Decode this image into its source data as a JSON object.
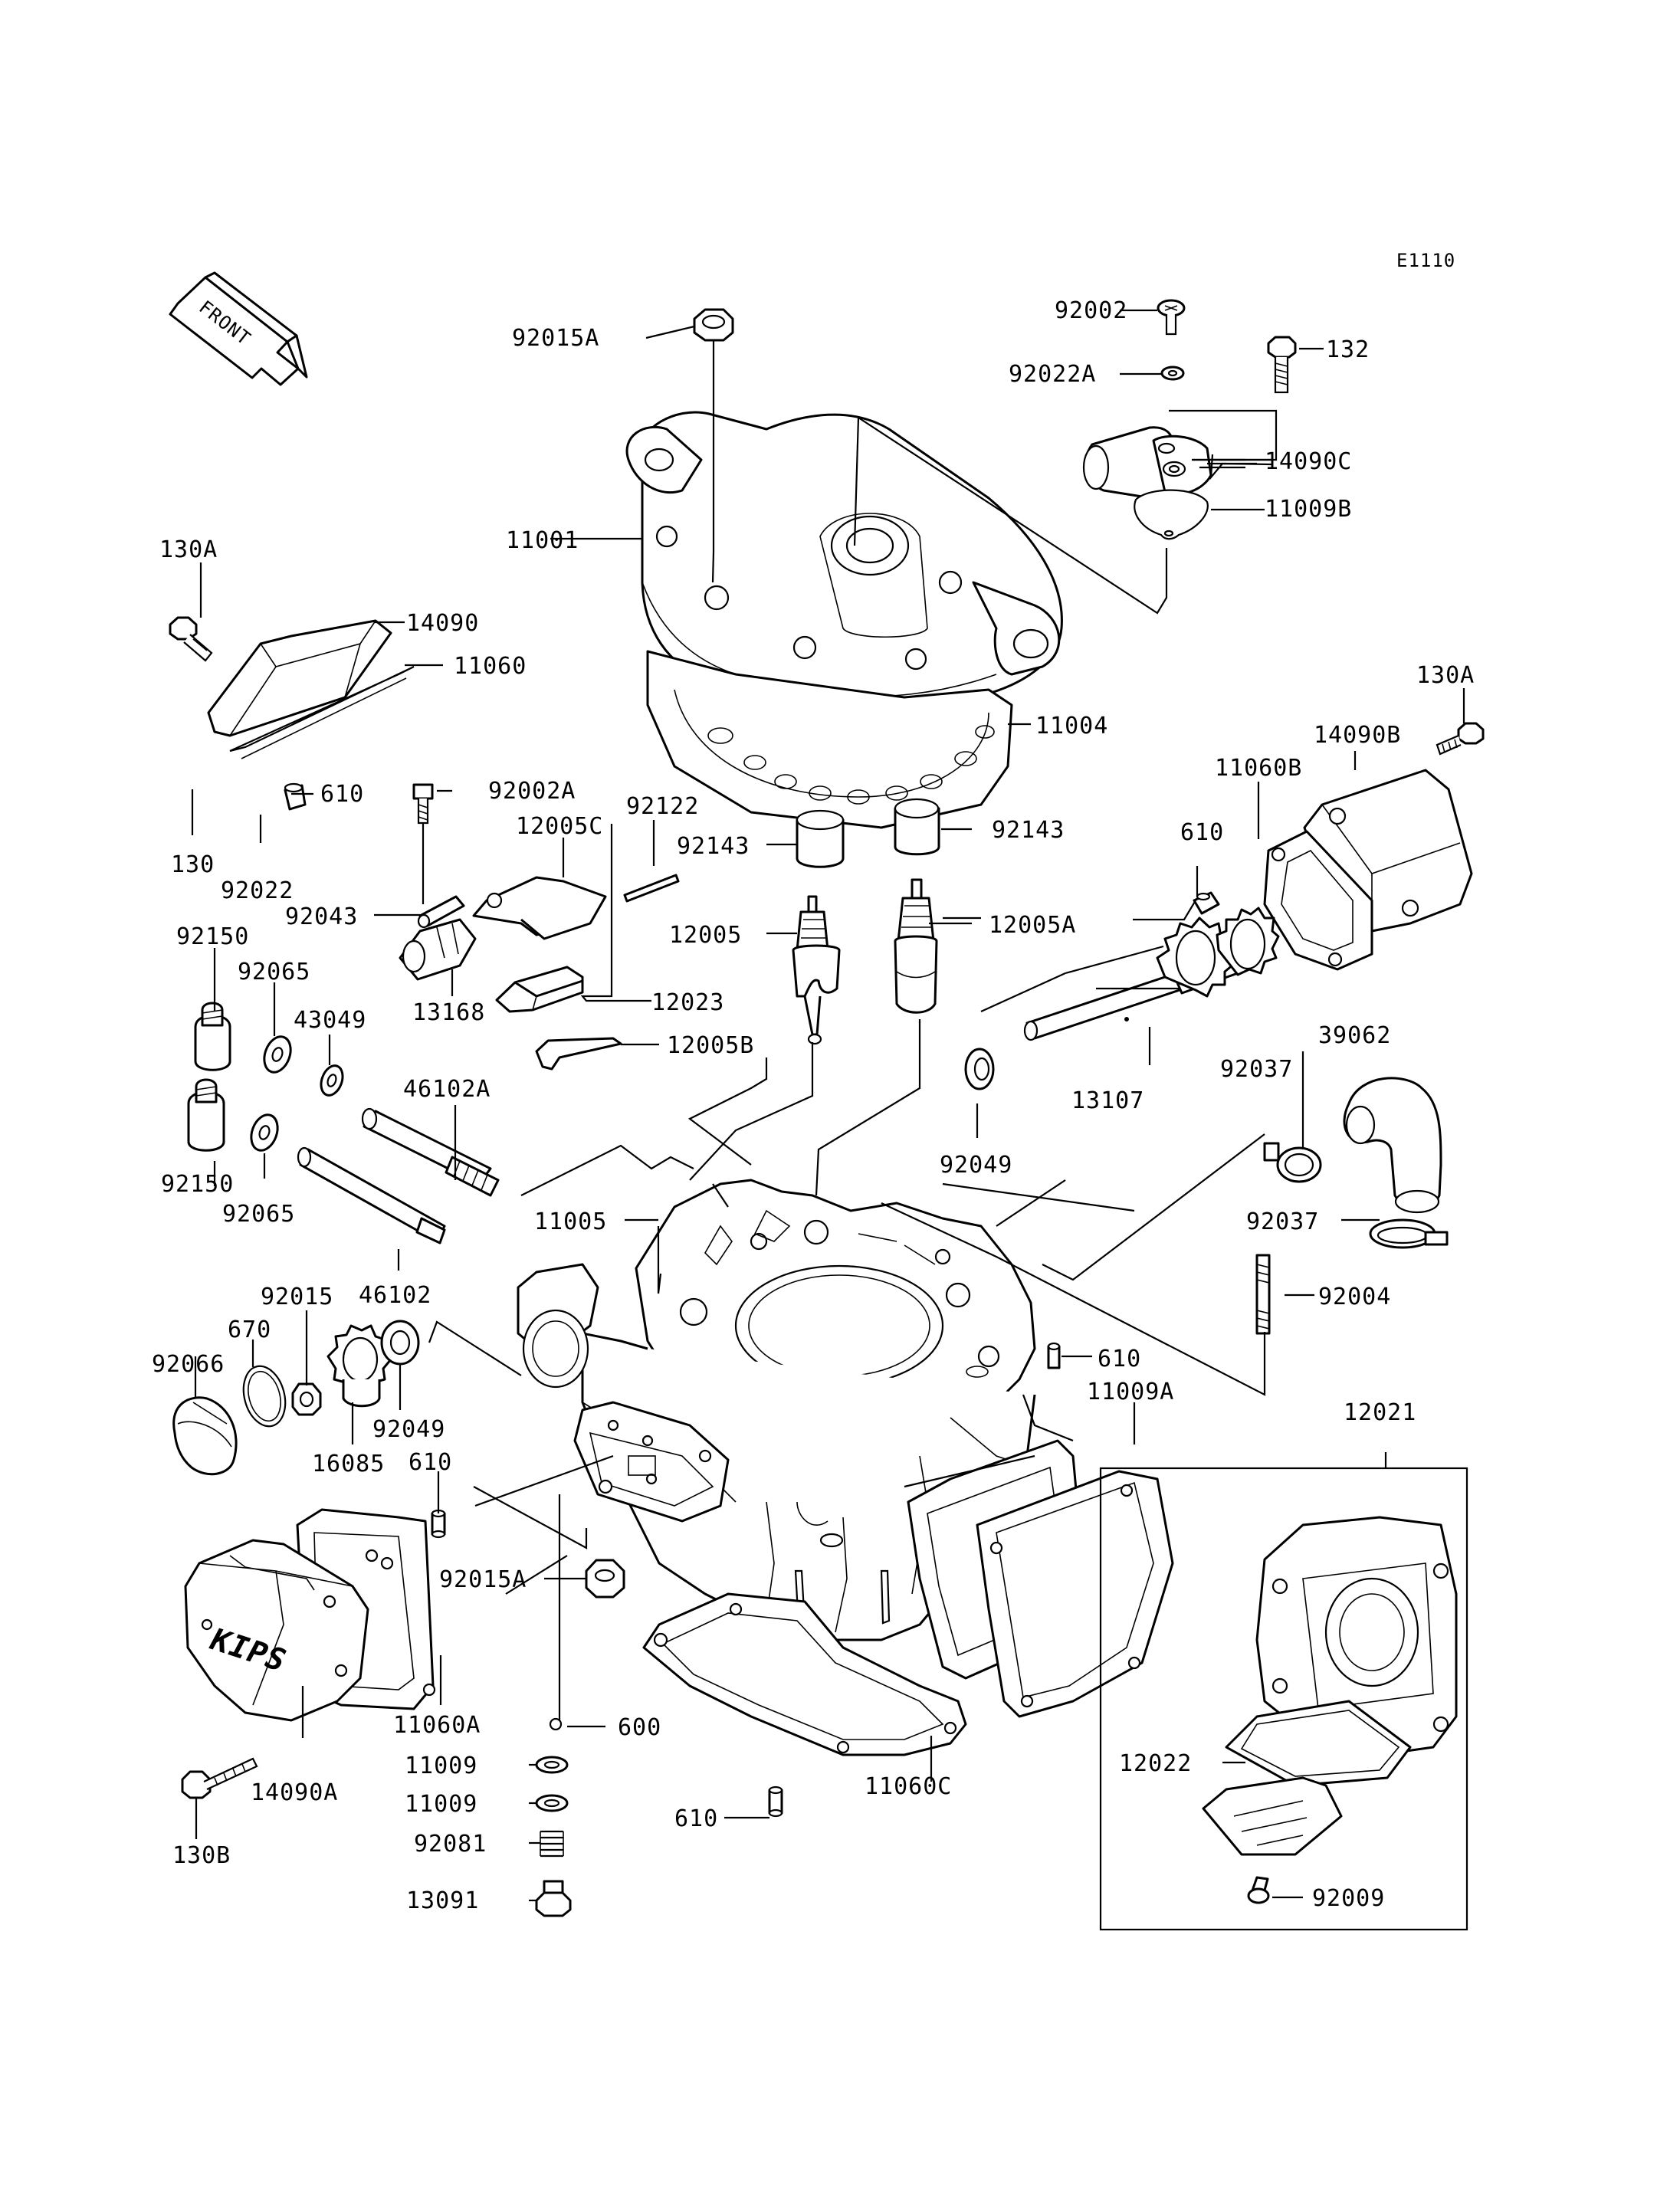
{
  "diagram_code": "E1110",
  "front_arrow_label": "FRONT",
  "kips_text": "KIPS",
  "labels": [
    {
      "id": "92002",
      "text": "92002"
    },
    {
      "id": "92015A-top",
      "text": "92015A"
    },
    {
      "id": "132",
      "text": "132"
    },
    {
      "id": "92022A",
      "text": "92022A"
    },
    {
      "id": "14090C",
      "text": "14090C"
    },
    {
      "id": "11009B",
      "text": "11009B"
    },
    {
      "id": "11001",
      "text": "11001"
    },
    {
      "id": "130A-left",
      "text": "130A"
    },
    {
      "id": "14090",
      "text": "14090"
    },
    {
      "id": "11060",
      "text": "11060"
    },
    {
      "id": "11004",
      "text": "11004"
    },
    {
      "id": "130A-right",
      "text": "130A"
    },
    {
      "id": "14090B",
      "text": "14090B"
    },
    {
      "id": "11060B",
      "text": "11060B"
    },
    {
      "id": "610-a",
      "text": "610"
    },
    {
      "id": "92002A",
      "text": "92002A"
    },
    {
      "id": "92122",
      "text": "92122"
    },
    {
      "id": "610-b",
      "text": "610"
    },
    {
      "id": "130",
      "text": "130"
    },
    {
      "id": "92022",
      "text": "92022"
    },
    {
      "id": "12005C",
      "text": "12005C"
    },
    {
      "id": "92143-left",
      "text": "92143"
    },
    {
      "id": "92143-right",
      "text": "92143"
    },
    {
      "id": "92043",
      "text": "92043"
    },
    {
      "id": "12005",
      "text": "12005"
    },
    {
      "id": "12005A",
      "text": "12005A"
    },
    {
      "id": "92150-top",
      "text": "92150"
    },
    {
      "id": "92065-top",
      "text": "92065"
    },
    {
      "id": "43049",
      "text": "43049"
    },
    {
      "id": "12023",
      "text": "12023"
    },
    {
      "id": "13168",
      "text": "13168"
    },
    {
      "id": "12005B",
      "text": "12005B"
    },
    {
      "id": "46102A",
      "text": "46102A"
    },
    {
      "id": "39062",
      "text": "39062"
    },
    {
      "id": "92037-top",
      "text": "92037"
    },
    {
      "id": "13107",
      "text": "13107"
    },
    {
      "id": "92049-right",
      "text": "92049"
    },
    {
      "id": "92150-bottom",
      "text": "92150"
    },
    {
      "id": "92065-bottom",
      "text": "92065"
    },
    {
      "id": "11005",
      "text": "11005"
    },
    {
      "id": "92037-bottom",
      "text": "92037"
    },
    {
      "id": "46102",
      "text": "46102"
    },
    {
      "id": "92004",
      "text": "92004"
    },
    {
      "id": "92015",
      "text": "92015"
    },
    {
      "id": "670",
      "text": "670"
    },
    {
      "id": "92066",
      "text": "92066"
    },
    {
      "id": "610-c",
      "text": "610"
    },
    {
      "id": "11009A",
      "text": "11009A"
    },
    {
      "id": "12021",
      "text": "12021"
    },
    {
      "id": "92049-left",
      "text": "92049"
    },
    {
      "id": "16085",
      "text": "16085"
    },
    {
      "id": "610-d",
      "text": "610"
    },
    {
      "id": "92015A-bottom",
      "text": "92015A"
    },
    {
      "id": "11060A",
      "text": "11060A"
    },
    {
      "id": "600",
      "text": "600"
    },
    {
      "id": "11009-a",
      "text": "11009"
    },
    {
      "id": "11009-b",
      "text": "11009"
    },
    {
      "id": "14090A",
      "text": "14090A"
    },
    {
      "id": "130B",
      "text": "130B"
    },
    {
      "id": "610-e",
      "text": "610"
    },
    {
      "id": "11060C",
      "text": "11060C"
    },
    {
      "id": "12022",
      "text": "12022"
    },
    {
      "id": "92081",
      "text": "92081"
    },
    {
      "id": "13091",
      "text": "13091"
    },
    {
      "id": "92009",
      "text": "92009"
    }
  ]
}
